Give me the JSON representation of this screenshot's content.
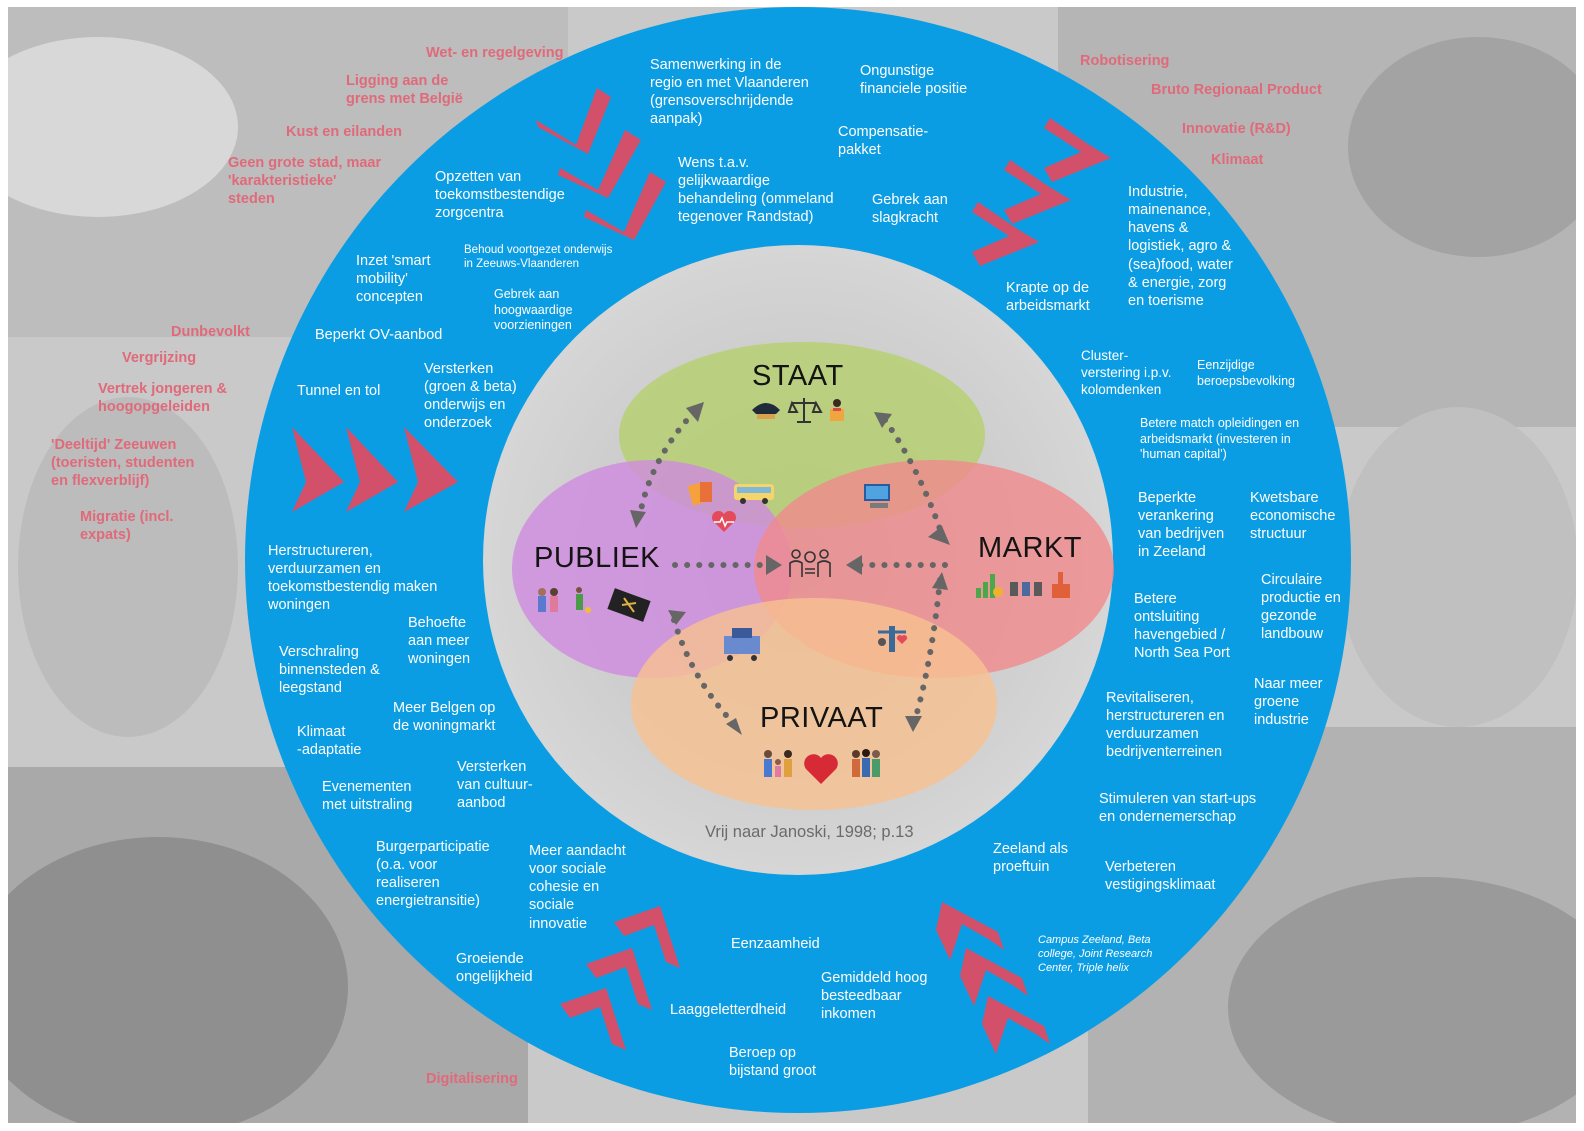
{
  "colors": {
    "ring": "#0b9de3",
    "ring_inner_edge": "#ffffff",
    "accent_red": "#e06a7a",
    "staat": "#b5cf6b",
    "publiek": "#cf8be0",
    "markt": "#f08a8c",
    "privaat": "#f7c291",
    "chevron": "#d2506a",
    "arrows": "#666666"
  },
  "spheres": {
    "staat": "STAAT",
    "publiek": "PUBLIEK",
    "markt": "MARKT",
    "privaat": "PRIVAAT"
  },
  "citation": "Vrij naar Janoski, 1998; p.13",
  "external_factors": {
    "wet": "Wet- en regelgeving",
    "ligging": "Ligging aan de\ngrens met België",
    "kust": "Kust en eilanden",
    "stad": "Geen grote stad, maar\n'karakteristieke'\nsteden",
    "dunbevolkt": "Dunbevolkt",
    "vergrijzing": "Vergrijzing",
    "vertrek": "Vertrek jongeren &\nhoogopgeleiden",
    "deeltijd": "'Deeltijd' Zeeuwen\n(toeristen, studenten\nen flexverblijf)",
    "migratie": "Migratie (incl.\nexpats)",
    "robotisering": "Robotisering",
    "brp": "Bruto Regionaal Product",
    "innovatie": "Innovatie (R&D)",
    "klimaat": "Klimaat",
    "digitalisering": "Digitalisering"
  },
  "ring_top": {
    "samenwerking": "Samenwerking in de\nregio en met Vlaanderen\n(grensoverschrijdende\naanpak)",
    "ongunstig": "Ongunstige\nfinanciele positie",
    "compensatie": "Compensatie-\npakket",
    "zorgcentra": "Opzetten van\ntoekomstbestendige\nzorgcentra",
    "wens": "Wens t.a.v.\ngelijkwaardige\nbehandeling (ommeland\ntegenover Randstad)",
    "slagkracht": "Gebrek aan\nslagkracht",
    "behoud": "Behoud voortgezet onderwijs\nin Zeeuws-Vlaanderen"
  },
  "ring_left": {
    "smart": "Inzet 'smart\nmobility'\nconcepten",
    "voorzieningen": "Gebrek aan\nhoogwaardige\nvoorzieningen",
    "ov": "Beperkt OV-aanbod",
    "tunnel": "Tunnel en tol",
    "onderwijs": "Versterken\n(groen & beta)\nonderwijs en\nonderzoek",
    "herstructureren": "Herstructureren,\n verduurzamen en\ntoekomstbestendig maken\nwoningen",
    "behoefte": "Behoefte\naan meer\nwoningen",
    "verschraling": "Verschraling\nbinnensteden &\nleegstand",
    "belgen": "Meer Belgen op\nde woningmarkt",
    "klimaat_adaptatie": "Klimaat\n-adaptatie",
    "cultuur": "Versterken\nvan cultuur-\naanbod",
    "evenementen": "Evenementen\nmet uitstraling"
  },
  "ring_bottom": {
    "burger": "Burgerparticipatie\n(o.a. voor\nrealiseren\nenergietransitie)",
    "cohesie": "Meer aandacht\nvoor sociale\ncohesie en\nsociale\ninnovatie",
    "eenzaamheid": "Eenzaamheid",
    "ongelijkheid": "Groeiende\nongelijkheid",
    "inkomen": "Gemiddeld hoog\nbesteedbaar\ninkomen",
    "laaggeletterdheid": "Laaggeletterdheid",
    "bijstand": "Beroep op\nbijstand groot",
    "campus": "Campus Zeeland, Beta\ncollege, Joint Research\nCenter, Triple helix"
  },
  "ring_right": {
    "krapte": "Krapte op de\narbeidsmarkt",
    "industrie": "Industrie,\nmainenance,\nhavens &\nlogistiek, agro &\n(sea)food, water\n& energie, zorg\nen toerisme",
    "cluster": "Cluster-\nverstering i.p.v.\nkolomdenken",
    "eenzijdig": "Eenzijdige\nberoepsbevolking",
    "match": "Betere match opleidingen en\narbeidsmarkt (investeren in\n'human capital')",
    "verankering": "Beperkte\nverankering\nvan bedrijven\nin Zeeland",
    "kwetsbaar": "Kwetsbare\neconomische\nstructuur",
    "ontsluiting": "Betere\nontsluiting\nhavengebied /\nNorth Sea Port",
    "circulair": "Circulaire\nproductie en\ngezonde\nlandbouw",
    "revitaliseren": "Revitaliseren,\nherstructureren en\nverduurzamen\nbedrijventerreinen",
    "groen": "Naar meer\ngroene\nindustrie",
    "startups": "Stimuleren van start-ups\nen ondernemerschap",
    "proeftuin": "Zeeland als\nproeftuin",
    "vestiging": "Verbeteren\nvestigingsklimaat"
  }
}
